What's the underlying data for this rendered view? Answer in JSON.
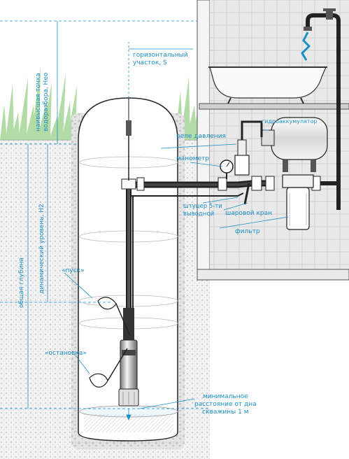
{
  "labels": {
    "horizontal_section": [
      "горизонтальный",
      "участок, S"
    ],
    "pressure_switch": "реле давления",
    "accumulator": "гидроаккумулятор",
    "manometer": "манометр",
    "fitting": [
      "штуцер 5-ти",
      "выводной"
    ],
    "ball_valve": "шаровой кран",
    "filter": "фильтр",
    "start": "«пуск»",
    "stop": "«остановка»",
    "min_distance": [
      "минимальное",
      "расстояние от дна",
      "скважины 1 м"
    ],
    "highest_point": [
      "наивысшая точка",
      "водоразбора, Нео"
    ],
    "dynamic_level": "динамический уровень, Н2",
    "total_depth": "общая глубина"
  },
  "colors": {
    "accent": "#1a8fc8",
    "line": "#222222",
    "water": "#1a8fc8",
    "grass": "#9fcf8f",
    "soil": "#e8e8e8",
    "tile": "#d8d8d8"
  }
}
